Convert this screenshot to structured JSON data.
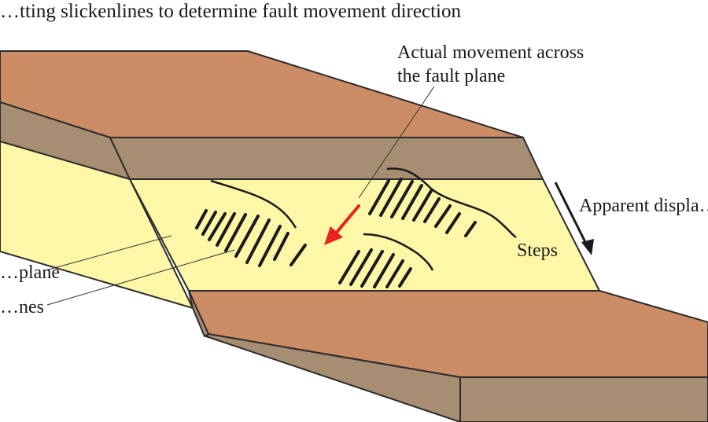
{
  "title": "…tting slickenlines to determine fault movement direction",
  "labels": {
    "actual_line1": "Actual movement across",
    "actual_line2": "the fault plane",
    "apparent": "Apparent displa…",
    "steps": "Steps",
    "fault_plane": "…plane",
    "slickenlines": "…nes"
  },
  "colors": {
    "top_surface": "#cc8c65",
    "side_face": "#a78d72",
    "fault_plane": "#fdf7a7",
    "outline": "#2b2b2b",
    "arrow": "#e8231d"
  }
}
